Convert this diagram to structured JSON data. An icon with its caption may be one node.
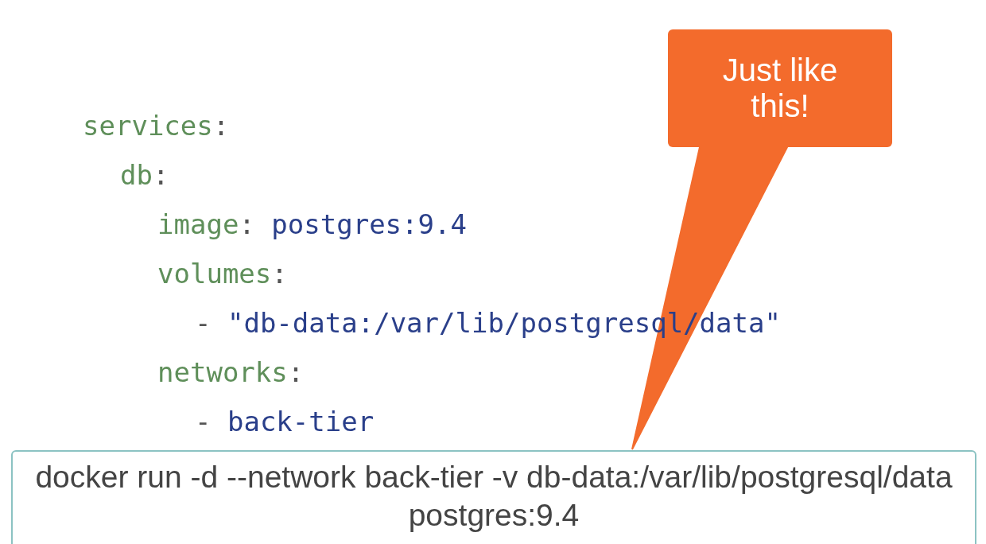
{
  "diagram": {
    "nodes": [
      {
        "text": [
          "Just like this!"
        ]
      },
      {
        "text": [
          "docker run -d --network back-tier -v db-data:/var/lib/postgresql/data postgres:9.4"
        ]
      }
    ],
    "edges": [
      {
        "from": 0,
        "to": 1,
        "arrow": "to"
      }
    ],
    "labels": [
      "services:",
      "db:",
      "image: postgres:9.4",
      "volumes:",
      "- \"db-data:/var/lib/postgresql/data\"",
      "networks:",
      "- back-tier"
    ]
  }
}
